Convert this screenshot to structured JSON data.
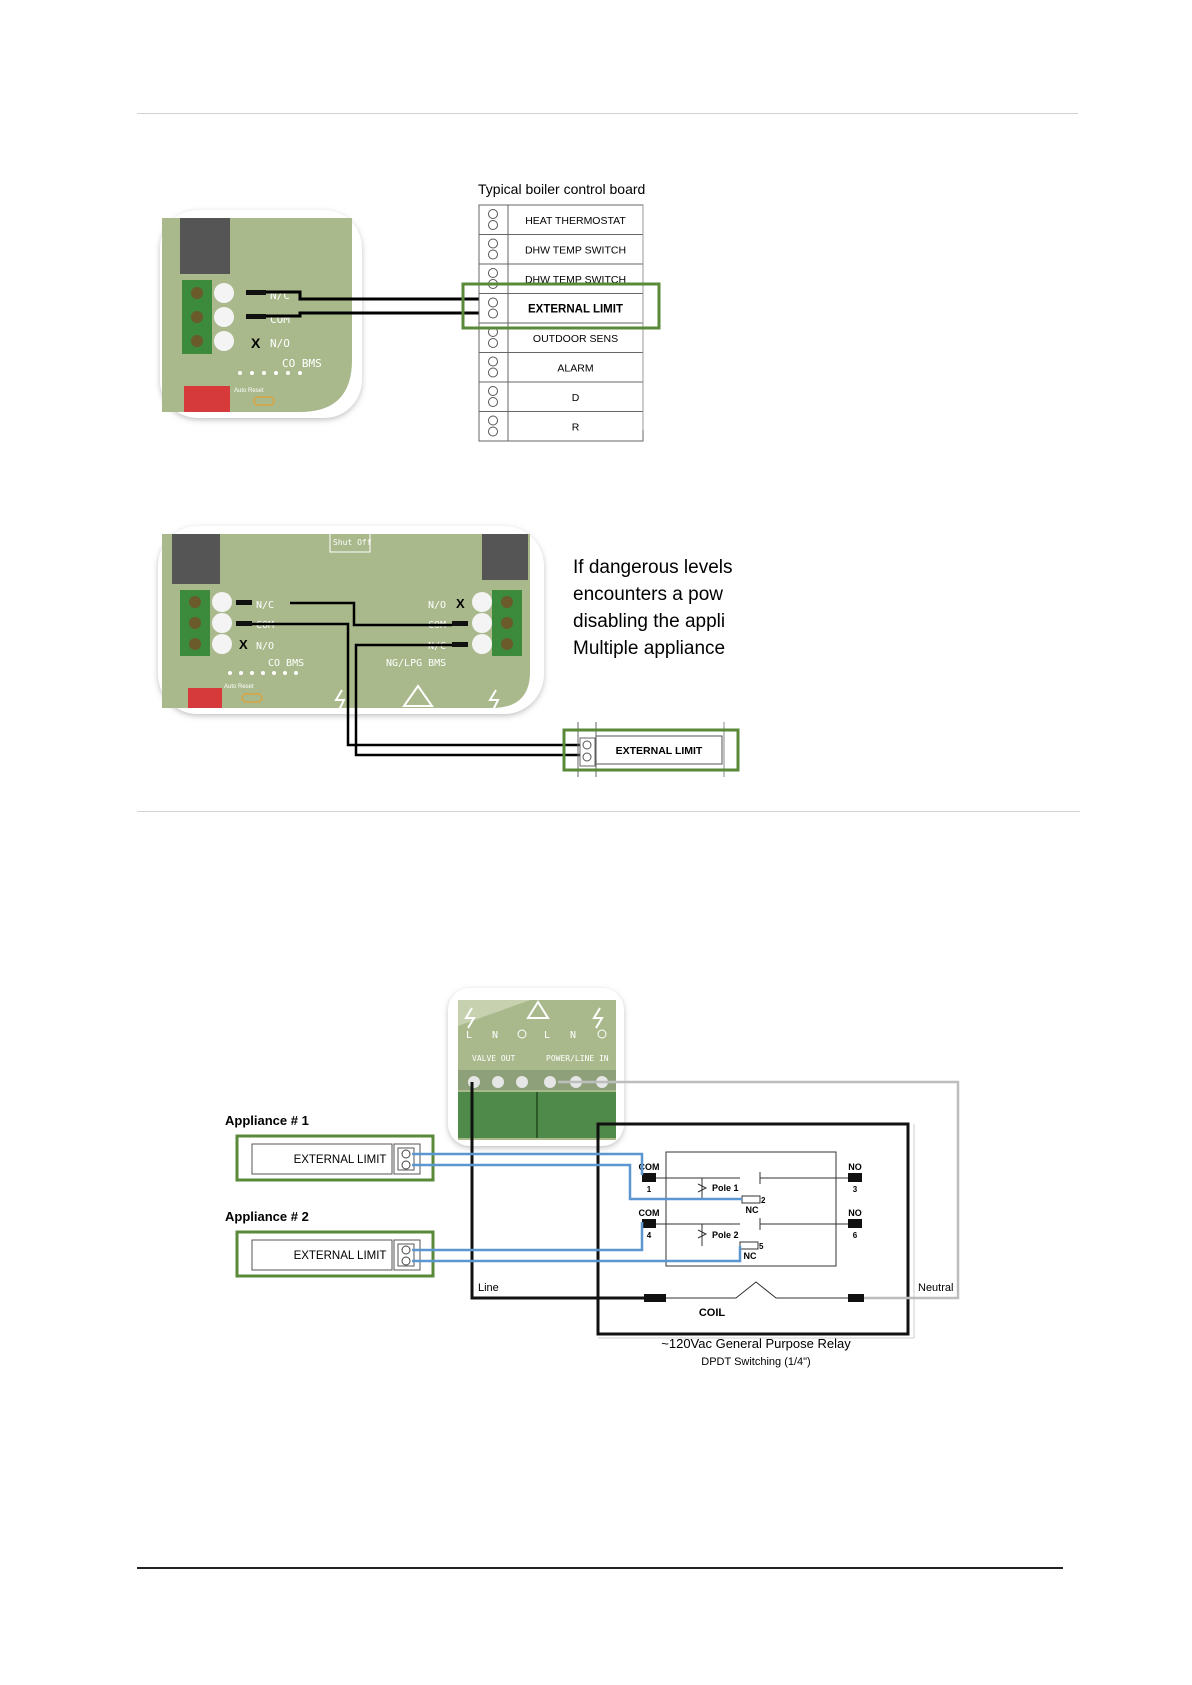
{
  "figure1": {
    "board_title": "Typical boiler control board",
    "board_rows": [
      "HEAT THERMOSTAT",
      "DHW TEMP SWITCH",
      "DHW TEMP SWITCH",
      "EXTERNAL LIMIT",
      "OUTDOOR SENS",
      "ALARM",
      "D",
      "R"
    ],
    "labels": {
      "nc": "N/C",
      "com": "COM",
      "no": "N/O",
      "x": "X",
      "bms": "CO BMS",
      "reset": "Auto Reset"
    }
  },
  "figure2": {
    "left": {
      "nc": "N/C",
      "com": "COM",
      "no": "N/O",
      "x": "X",
      "bms": "CO BMS",
      "reset": "Auto Reset"
    },
    "right": {
      "no": "N/O",
      "com": "COM",
      "nc": "N/C",
      "x": "X",
      "bms": "NG/LPG BMS"
    },
    "shutoff": "Shut Off",
    "limit_label": "EXTERNAL LIMIT",
    "callout_lines": [
      "If dangerous levels",
      "encounters a pow",
      "disabling the appli",
      "Multiple appliance"
    ]
  },
  "figure3": {
    "terminal_labels": [
      "L",
      "N",
      "L",
      "N"
    ],
    "valve_out": "VALVE OUT",
    "power_line_in": "POWER/LINE IN",
    "appliance1": "Appliance # 1",
    "appliance2": "Appliance # 2",
    "limit_label": "EXTERNAL LIMIT",
    "relay": {
      "com": "COM",
      "no": "NO",
      "nc": "NC",
      "pole1": "Pole 1",
      "pole2": "Pole 2",
      "pins": [
        "1",
        "2",
        "3",
        "4",
        "5",
        "6"
      ],
      "coil": "COIL",
      "line": "Line",
      "neutral": "Neutral",
      "title": "~120Vac General Purpose Relay",
      "subtitle": "DPDT Switching (1/4\")"
    }
  }
}
